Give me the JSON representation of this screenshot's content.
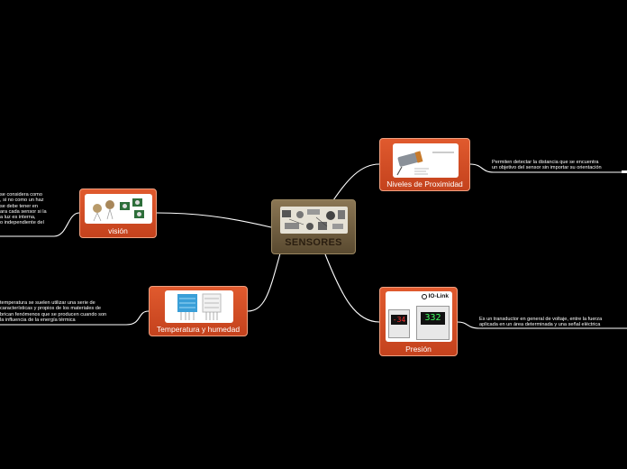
{
  "central": {
    "label": "SENSORES"
  },
  "topics": [
    {
      "id": "vision",
      "label": "visión"
    },
    {
      "id": "temperatura",
      "label": "Temperatura y humedad"
    },
    {
      "id": "proximidad",
      "label": "Niveles de Proximidad"
    },
    {
      "id": "presion",
      "label": "Presión",
      "brand": "IO-Link",
      "display1": "-34",
      "display2": "332"
    }
  ],
  "notes": {
    "vision": [
      "se considera como",
      ", si no como un haz",
      "se debe tener en",
      "ara cada sensor si la",
      "a luz es interna,",
      "o independiente del"
    ],
    "temperatura": [
      "temperatura se suelen utilizar una serie de",
      "características y propios de los materiales de",
      "brican fenómenos que se producen cuando son",
      "la influencia de la energía térmica"
    ],
    "proximidad": [
      "Permiten detectar la distancia que se encuentra",
      "un objetivo del sensor sin importar su orientación"
    ],
    "presion": [
      "Es un transductor en general de voltaje, entre la fuerza",
      "aplicada en un área determinada y una señal eléctrica"
    ]
  }
}
